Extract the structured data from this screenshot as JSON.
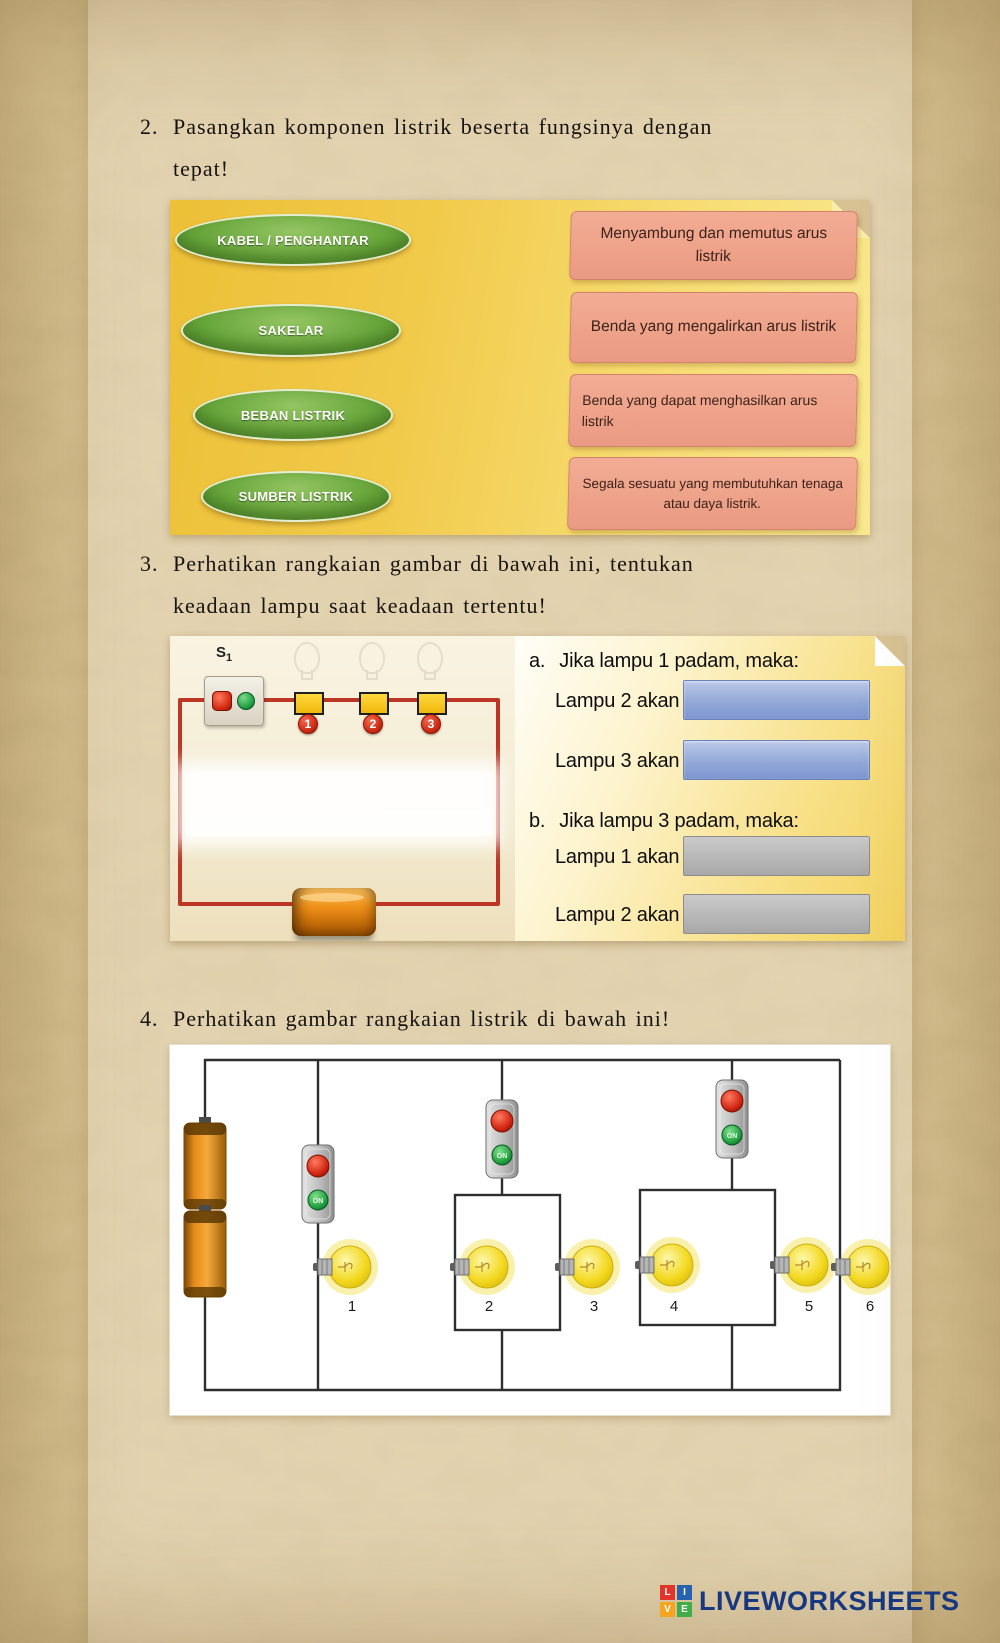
{
  "colors": {
    "parchment": "#d8c294",
    "panel_gold": "#f2cc4e",
    "oval_green": "#63a237",
    "function_box_salmon": "#efa18a",
    "answer_blue": "#8fa6d6",
    "answer_gray": "#b3b3b3",
    "circuit_wire_red": "#bc3626",
    "brand_navy": "#17377f"
  },
  "q2": {
    "number": "2.",
    "lines": [
      "Pasangkan komponen listrik beserta fungsinya dengan",
      "tepat!"
    ],
    "match": {
      "left": [
        "KABEL / PENGHANTAR",
        "SAKELAR",
        "BEBAN LISTRIK",
        "SUMBER LISTRIK"
      ],
      "right": [
        "Menyambung dan memutus arus listrik",
        "Benda yang mengalirkan arus listrik",
        "Benda yang dapat menghasilkan arus listrik",
        "Segala sesuatu yang membutuhkan tenaga atau daya listrik."
      ]
    }
  },
  "q3": {
    "number": "3.",
    "lines": [
      "Perhatikan rangkaian gambar di bawah ini, tentukan",
      "keadaan lampu saat keadaan tertentu!"
    ],
    "circuit": {
      "switch_main": "S",
      "switch_sub": "1",
      "lamps": [
        "1",
        "2",
        "3"
      ]
    },
    "qa": {
      "a_num": "a.",
      "a_text": "Jika lampu 1 padam, maka:",
      "a_rows": [
        "Lampu 2 akan",
        "Lampu 3 akan"
      ],
      "b_num": "b.",
      "b_text": "Jika lampu 3 padam, maka:",
      "b_rows": [
        "Lampu 1 akan",
        "Lampu 2 akan"
      ]
    }
  },
  "q4": {
    "number": "4.",
    "lines": [
      "Perhatikan gambar rangkaian listrik di bawah ini!"
    ],
    "lamp_numbers": [
      "1",
      "2",
      "3",
      "4",
      "5",
      "6"
    ],
    "switch_on": "ON"
  },
  "footer": {
    "brand": "LIVEWORKSHEETS",
    "icon_letters": [
      "L",
      "I",
      "V",
      "E"
    ]
  }
}
